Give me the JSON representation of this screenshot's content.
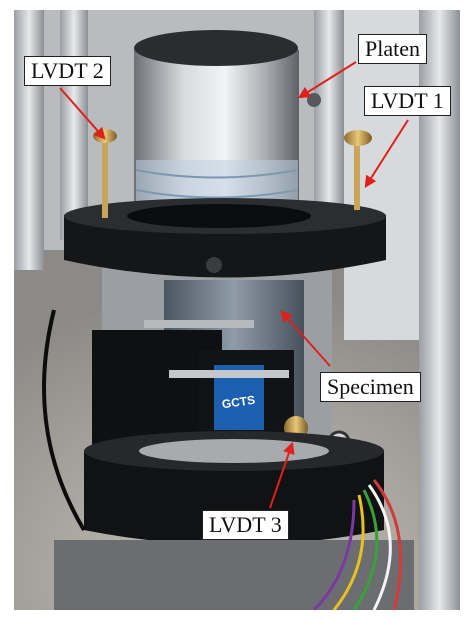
{
  "figure": {
    "labels": {
      "platen": "Platen",
      "lvdt1": "LVDT 1",
      "lvdt2": "LVDT 2",
      "specimen": "Specimen",
      "lvdt3": "LVDT 3"
    },
    "device_logo_text": "GCTS",
    "colors": {
      "arrow": "#e0201a",
      "label_border": "#222222",
      "label_background": "#ffffff"
    }
  }
}
